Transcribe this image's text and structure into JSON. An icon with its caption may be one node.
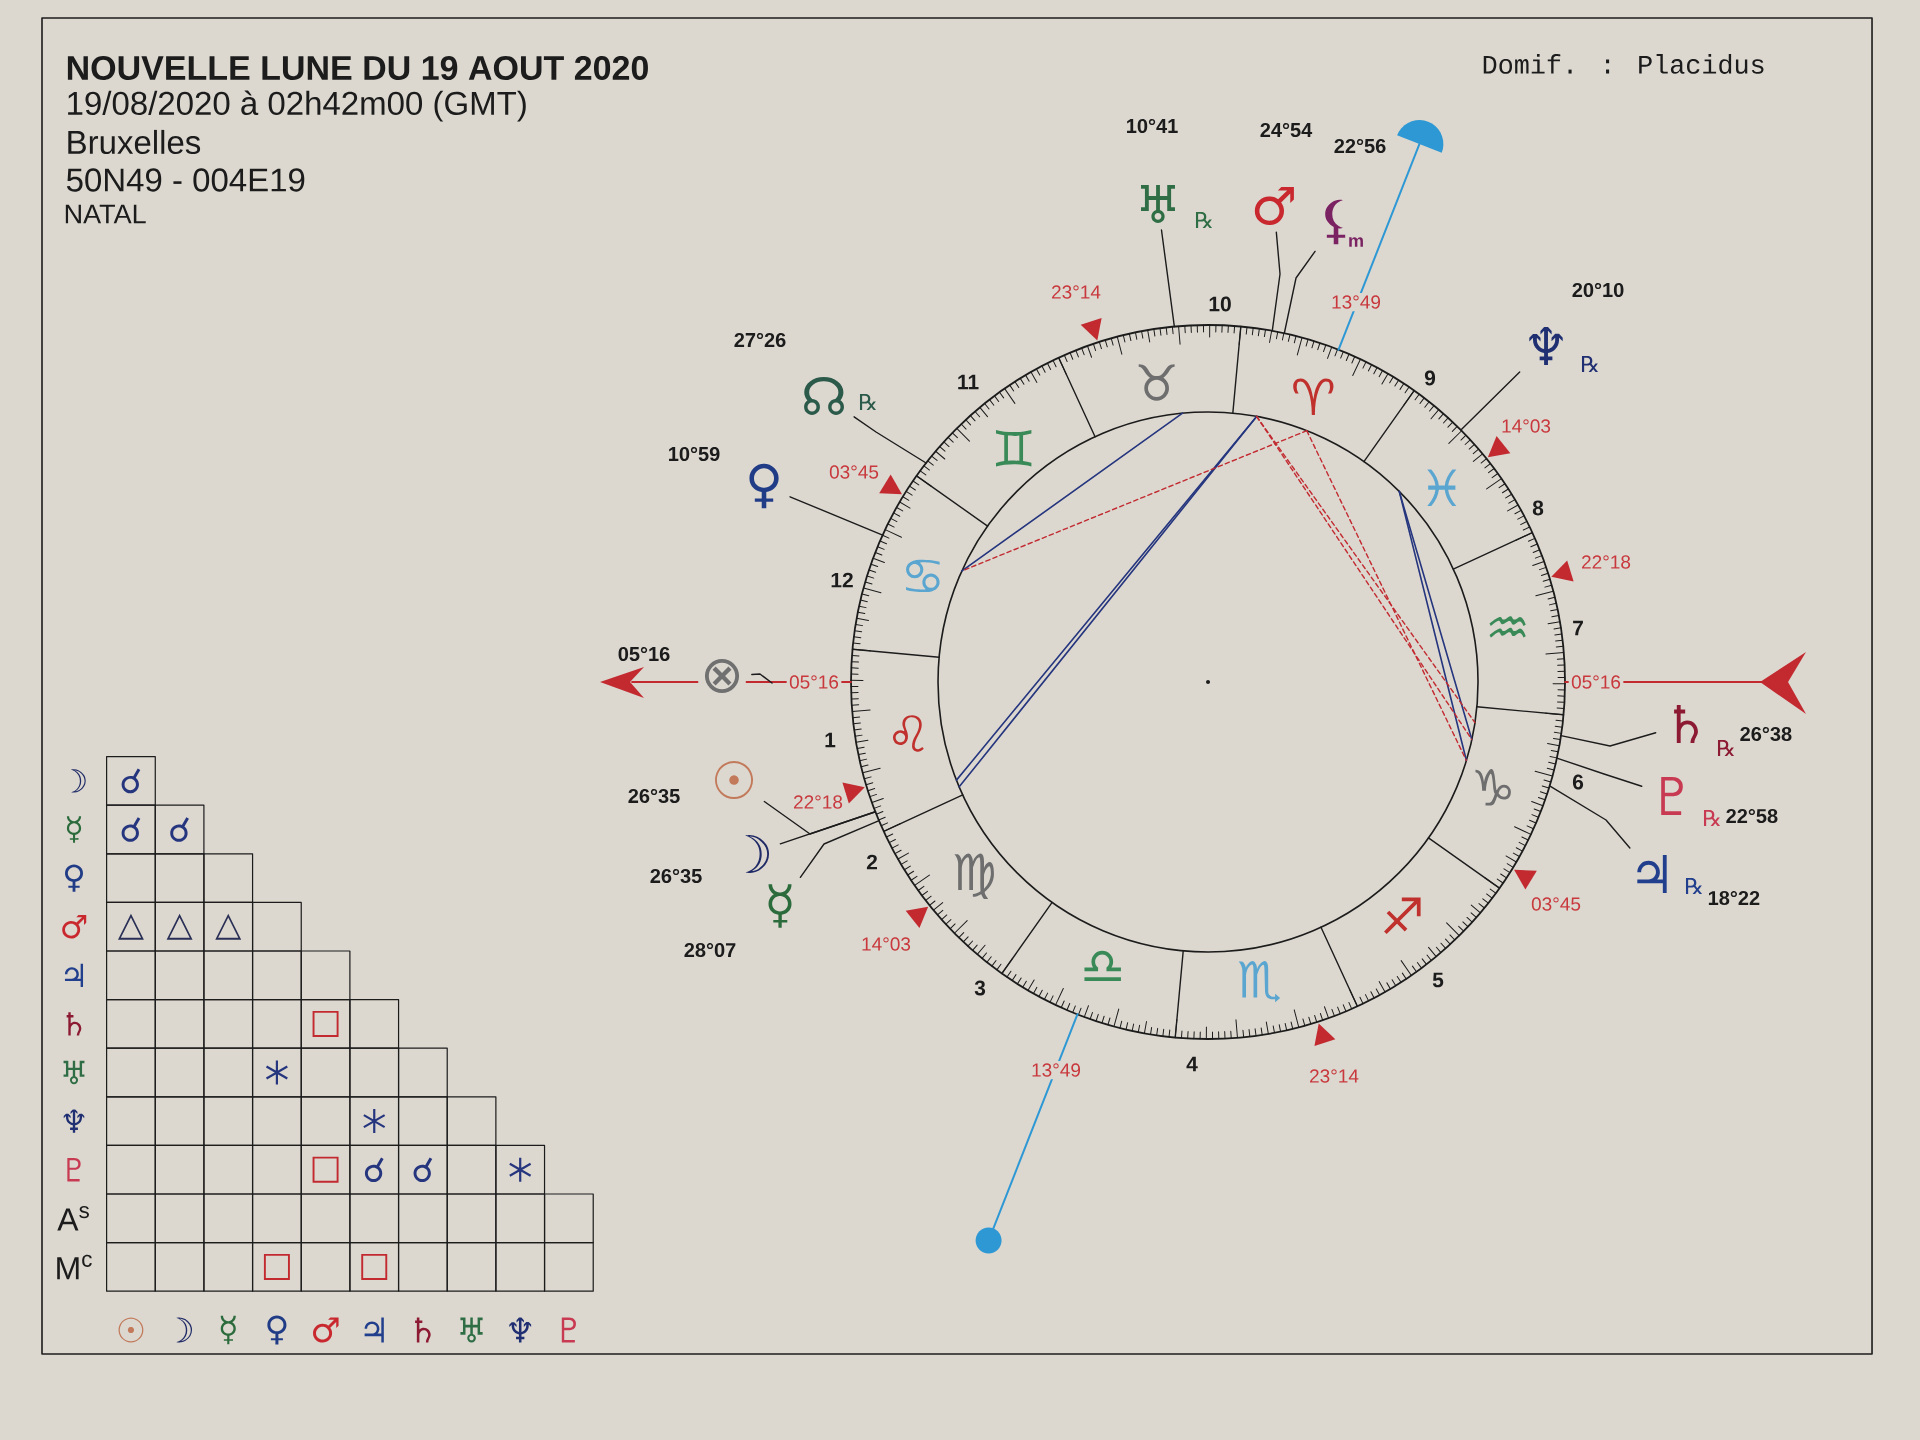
{
  "diagram": {
    "title": "NOUVELLE LUNE DU 19 AOUT 2020",
    "nodes": [
      {
        "text": [
          "♅"
        ],
        "beside": [
          "℞",
          "10°41"
        ]
      },
      {
        "text": [
          "♂"
        ],
        "beside": [
          "24°54"
        ]
      },
      {
        "text": [
          "⚸"
        ],
        "beside": [
          "m",
          "22°56"
        ]
      },
      {
        "text": [
          "♆"
        ],
        "beside": [
          "℞",
          "20°10"
        ]
      },
      {
        "text": [
          "☊"
        ],
        "beside": [
          "℞",
          "27°26"
        ]
      },
      {
        "text": [
          "♀"
        ],
        "beside": [
          "10°59"
        ]
      },
      {
        "text": [
          "⊗"
        ],
        "beside": [
          "05°16"
        ]
      },
      {
        "text": [
          "♄"
        ],
        "beside": [
          "℞",
          "26°38"
        ]
      },
      {
        "text": [
          "☉"
        ],
        "beside": [
          "26°35"
        ]
      },
      {
        "text": [
          "♇"
        ],
        "beside": [
          "℞",
          "22°58"
        ]
      },
      {
        "text": [
          "☽"
        ],
        "beside": [
          "26°35"
        ]
      },
      {
        "text": [
          "♃"
        ],
        "beside": [
          "℞",
          "18°22"
        ]
      },
      {
        "text": [
          "☿"
        ],
        "beside": [
          "28°07"
        ]
      }
    ],
    "edges": [
      {
        "from": 0,
        "to": null,
        "arrow": "none"
      },
      {
        "from": 1,
        "to": null,
        "arrow": "none"
      },
      {
        "from": 2,
        "to": null,
        "arrow": "none"
      },
      {
        "from": 3,
        "to": null,
        "arrow": "none"
      },
      {
        "from": 4,
        "to": null,
        "arrow": "none"
      },
      {
        "from": 5,
        "to": null,
        "arrow": "none"
      },
      {
        "from": 6,
        "to": null,
        "arrow": "none"
      },
      {
        "from": 7,
        "to": null,
        "arrow": "none"
      },
      {
        "from": 8,
        "to": null,
        "arrow": "none"
      },
      {
        "from": 9,
        "to": null,
        "arrow": "none"
      },
      {
        "from": 10,
        "to": null,
        "arrow": "none"
      },
      {
        "from": 11,
        "to": null,
        "arrow": "none"
      },
      {
        "from": 12,
        "to": null,
        "arrow": "none"
      }
    ],
    "labels": [
      "19/08/2020 à 02h42m00 (GMT)",
      "Bruxelles",
      "50N49 - 004E19",
      "NATAL",
      "Domif. : Placidus",
      "23°14",
      "13°49",
      "14°03",
      "03°45",
      "22°18",
      "05°16",
      "05°16",
      "22°18",
      "03°45",
      "14°03",
      "13°49",
      "23°14",
      "10",
      "11",
      "9",
      "8",
      "12",
      "7",
      "1",
      "6",
      "2",
      "3",
      "5",
      "4",
      "♉",
      "♈",
      "♊",
      "♓",
      "♋",
      "♒",
      "♌",
      "♑",
      "♍",
      "♐",
      "♎",
      "♏",
      "☽",
      "☌",
      "☿",
      "☌",
      "☌",
      "♀",
      "♂",
      "△",
      "△",
      "△",
      "♃",
      "♄",
      "□",
      "♅",
      "♆",
      "♇",
      "□",
      "☌",
      "☌",
      "A$^{s}$",
      "M$^{c}$",
      "□",
      "□",
      "☉",
      "☽",
      "☿",
      "♀",
      "♂",
      "♃",
      "♄",
      "♅",
      "♆",
      "♇"
    ]
  }
}
